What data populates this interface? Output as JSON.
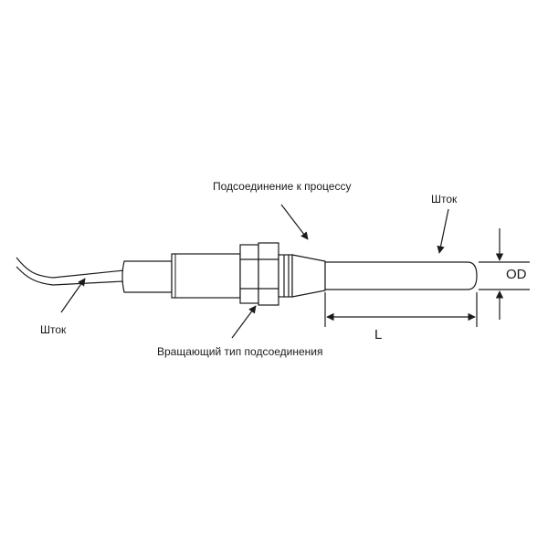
{
  "labels": {
    "process_connection": "Подсоединение к процессу",
    "stem_right": "Шток",
    "stem_left": "Шток",
    "rotating_connection": "Вращающий тип подсоединения"
  },
  "dimensions": {
    "length": "L",
    "outer_diameter": "OD"
  }
}
